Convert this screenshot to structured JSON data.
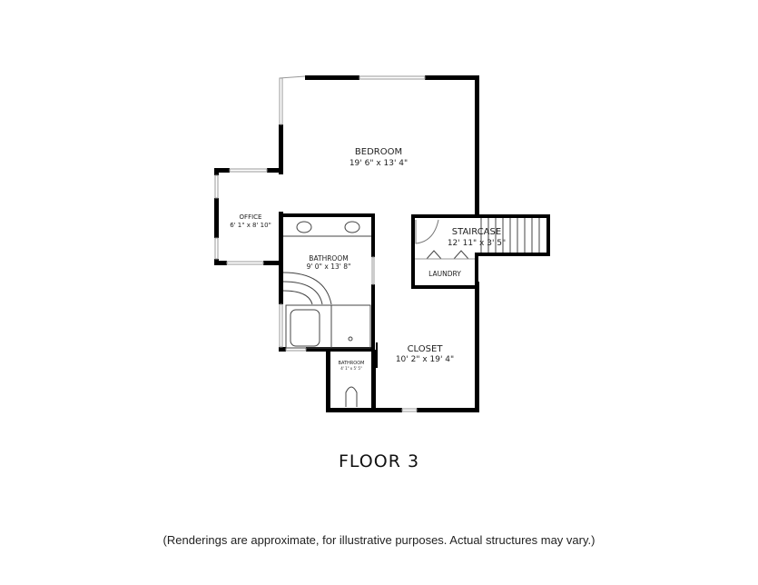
{
  "rooms": {
    "bedroom": {
      "name": "BEDROOM",
      "size": "19' 6\" x 13' 4\""
    },
    "office": {
      "name": "OFFICE",
      "size": "6' 1\" x 8' 10\""
    },
    "bathroom": {
      "name": "BATHROOM",
      "size": "9' 0\" x 13' 8\""
    },
    "staircase": {
      "name": "STAIRCASE",
      "size": "12' 11\" x 3' 5\""
    },
    "laundry": {
      "name": "LAUNDRY"
    },
    "closet": {
      "name": "CLOSET",
      "size": "10' 2\" x 19' 4\""
    },
    "small_bathroom": {
      "name": "BATHROOM",
      "size": "4' 1\" x 5' 5\""
    }
  },
  "floor_title": "FLOOR 3",
  "disclaimer": "(Renderings are approximate, for illustrative purposes. Actual structures may vary.)"
}
